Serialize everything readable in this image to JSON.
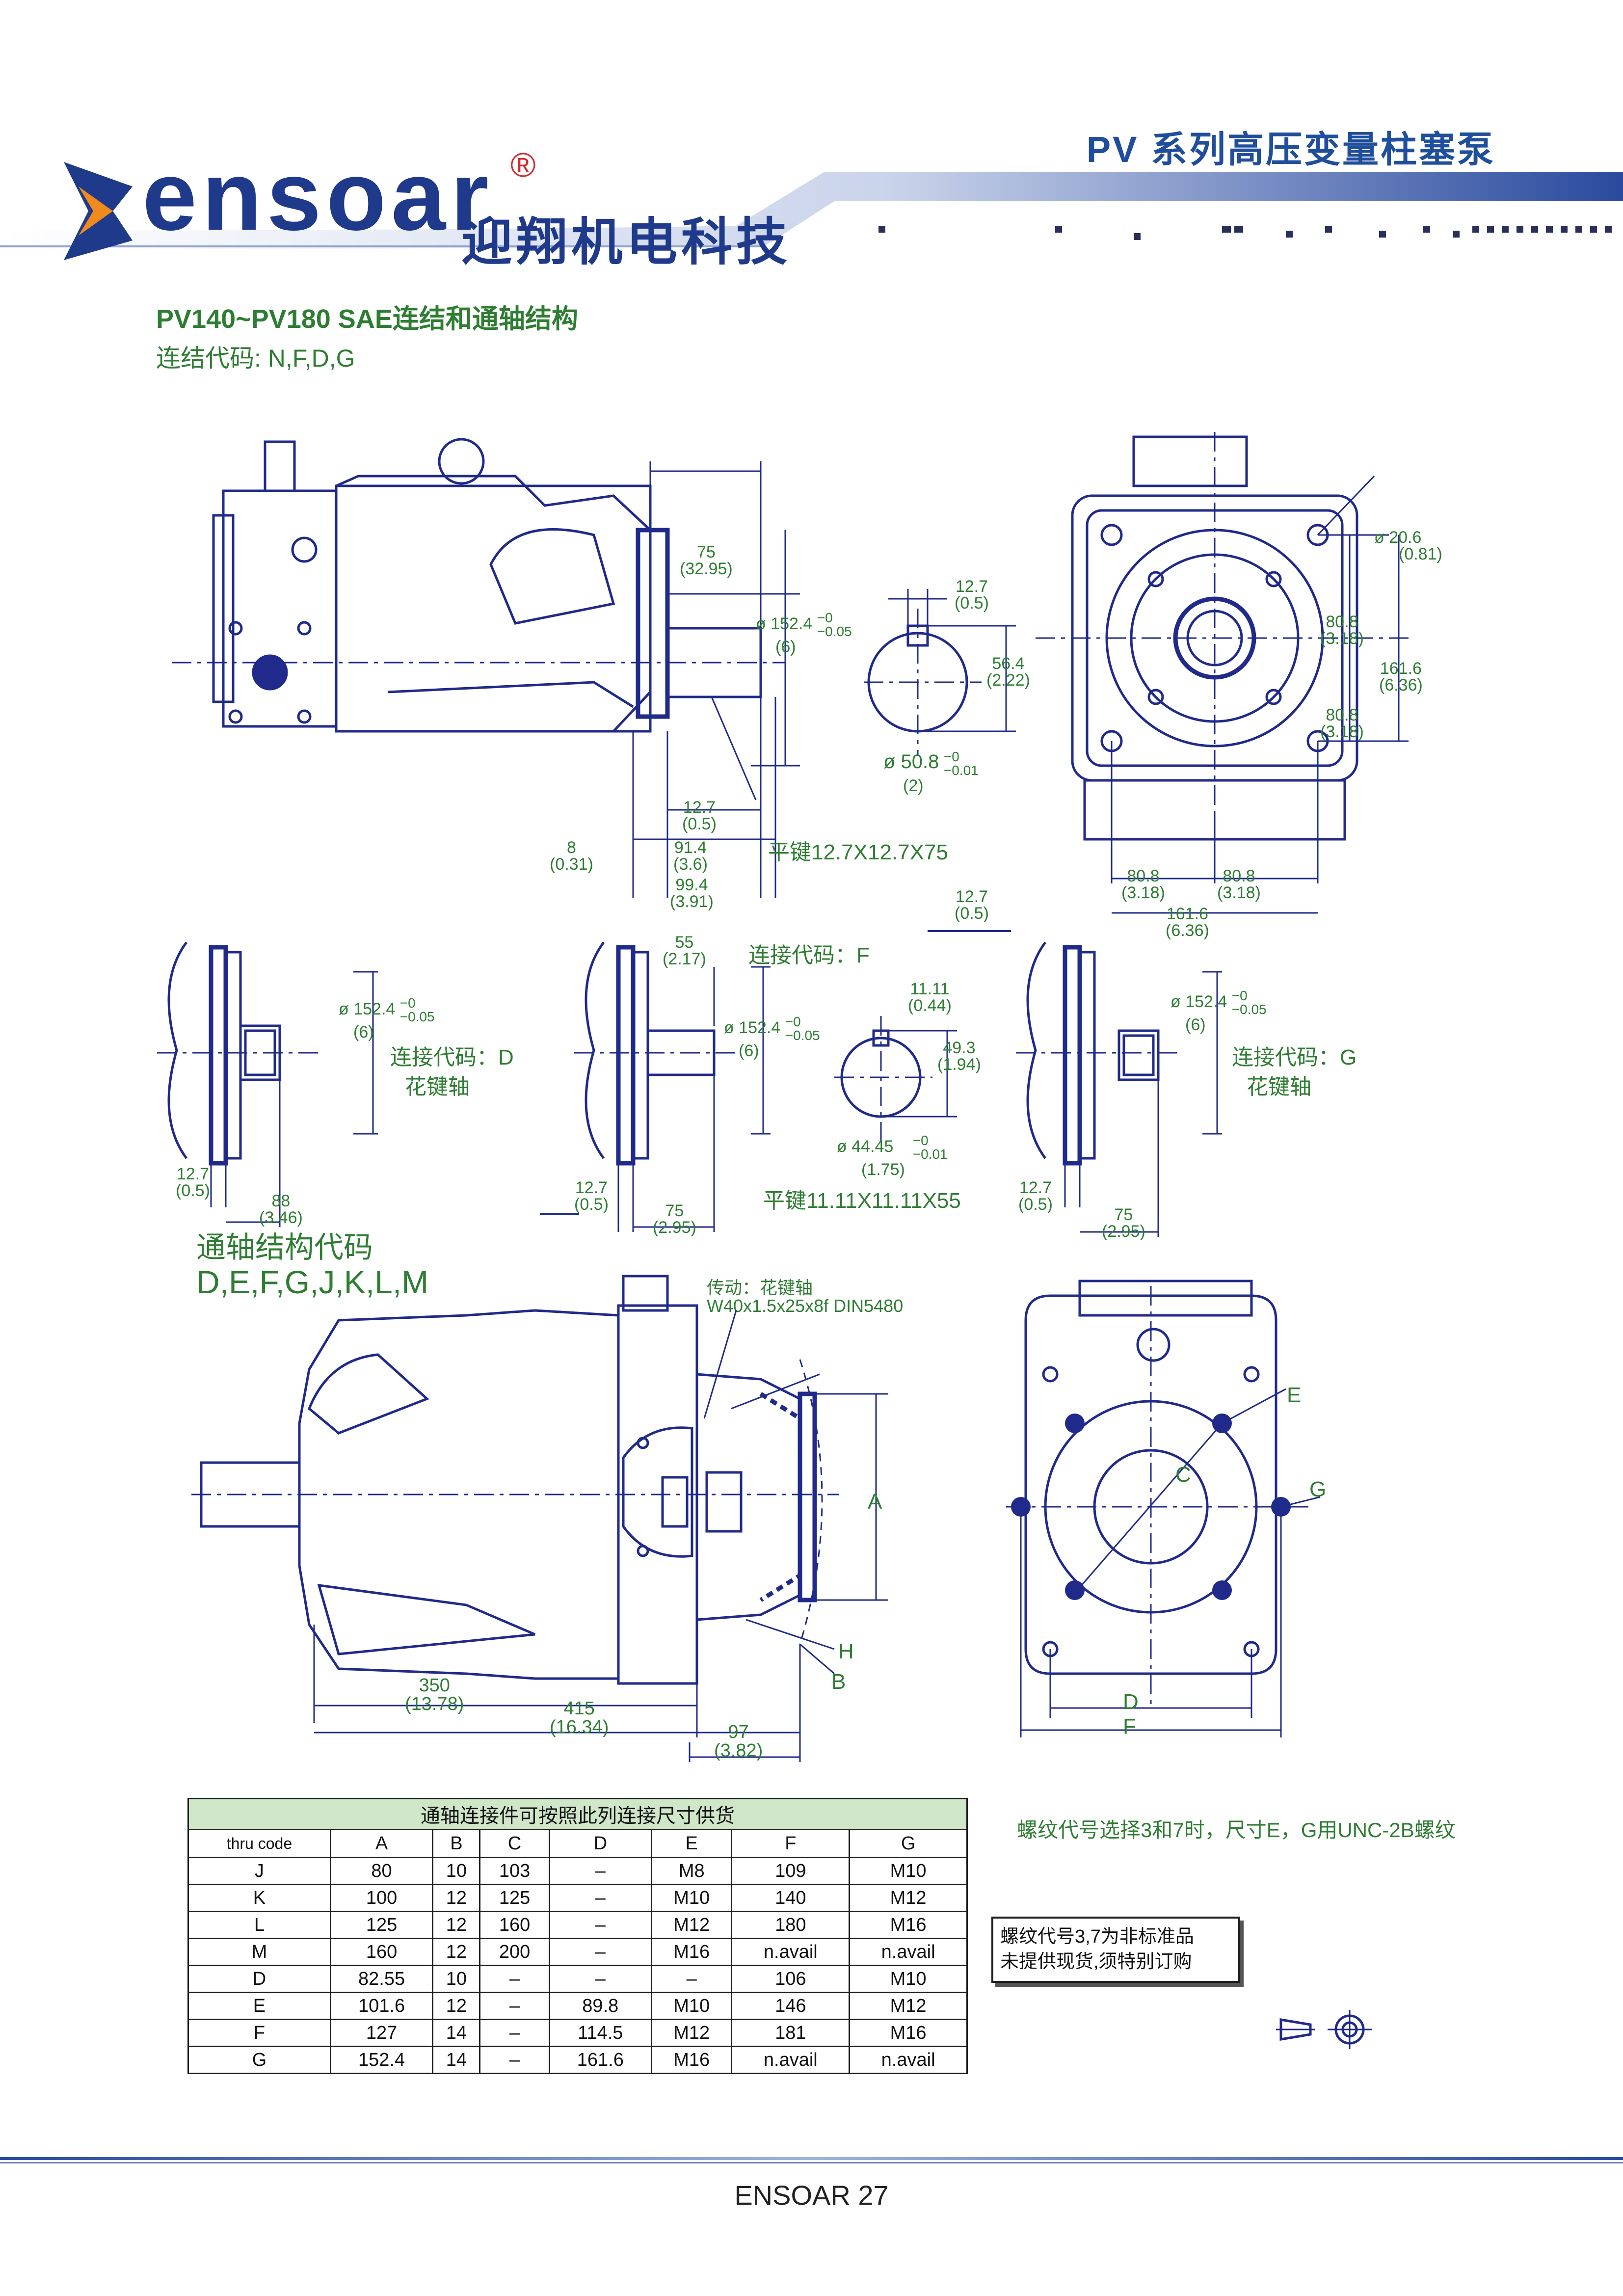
{
  "header": {
    "title": "PV 系列高压变量柱塞泵",
    "brand_word": "ensoar",
    "brand_reg": "®",
    "brand_cn": "迎翔机电科技"
  },
  "section1": {
    "title": "PV140~PV180 SAE连结和通轴结构",
    "subtitle": "连结代码: N,F,D,G"
  },
  "dims_top": {
    "d75": "75",
    "d75_in": "(32.95)",
    "d152": "ø 152.4",
    "d152_in": "(6)",
    "d152_tol_a": "−0",
    "d152_tol_b": "−0.05",
    "d127a": "12.7",
    "d127a_in": "(0.5)",
    "d564": "56.4",
    "d564_in": "(2.22)",
    "d508": "ø 50.8",
    "d508_in": "(2)",
    "d508_tol_a": "−0",
    "d508_tol_b": "−0.01",
    "d127b": "12.7",
    "d127b_in": "(0.5)",
    "d8": "8",
    "d8_in": "(0.31)",
    "d914": "91.4",
    "d914_in": "(3.6)",
    "d994": "99.4",
    "d994_in": "(3.91)",
    "key": "平键12.7X12.7X75",
    "d206": "ø 20.6",
    "d206_in": "(0.81)",
    "d808a": "80.8",
    "d808a_in": "(3.18)",
    "d808b": "80.8",
    "d808b_in": "(3.18)",
    "d1616v": "161.6",
    "d1616v_in": "(6.36)",
    "d808c": "80.8",
    "d808c_in": "(3.18)",
    "d808d": "80.8",
    "d808d_in": "(3.18)",
    "d1616h": "161.6",
    "d1616h_in": "(6.36)",
    "d127c": "12.7",
    "d127c_in": "(0.5)"
  },
  "dims_mid": {
    "d_d152": "ø 152.4",
    "d_d152_in": "(6)",
    "d_tol_a": "−0",
    "d_tol_b": "−0.05",
    "d_label": "连接代码：D",
    "d_label2": "花键轴",
    "d_127": "12.7",
    "d_127_in": "(0.5)",
    "d_88": "88",
    "d_88_in": "(3.46)",
    "f_55": "55",
    "f_55_in": "(2.17)",
    "f_label": "连接代码：F",
    "f_d152": "ø 152.4",
    "f_d152_in": "(6)",
    "f_tol_a": "−0",
    "f_tol_b": "−0.05",
    "f_1111": "11.11",
    "f_1111_in": "(0.44)",
    "f_493": "49.3",
    "f_493_in": "(1.94)",
    "f_4445": "ø 44.45",
    "f_4445_in": "(1.75)",
    "f_tol2_a": "−0",
    "f_tol2_b": "−0.01",
    "f_127": "12.7",
    "f_127_in": "(0.5)",
    "f_75": "75",
    "f_75_in": "(2.95)",
    "f_key": "平键11.11X11.11X55",
    "g_d152": "ø 152.4",
    "g_d152_in": "(6)",
    "g_tol_a": "−0",
    "g_tol_b": "−0.05",
    "g_label": "连接代码：G",
    "g_label2": "花键轴",
    "g_127": "12.7",
    "g_127_in": "(0.5)",
    "g_75": "75",
    "g_75_in": "(2.95)"
  },
  "section2": {
    "title": "通轴结构代码",
    "codes": "D,E,F,G,J,K,L,M",
    "drive": "传动：花键轴",
    "drive_spec": "W40x1.5x25x8f DIN5480",
    "A": "A",
    "B": "B",
    "H": "H",
    "C": "C",
    "D": "D",
    "E": "E",
    "F": "F",
    "G": "G",
    "d350": "350",
    "d350_in": "(13.78)",
    "d415": "415",
    "d415_in": "(16.34)",
    "d97": "97",
    "d97_in": "(3.82)"
  },
  "table": {
    "caption": "通轴连接件可按照此列连接尺寸供货",
    "headers": [
      "thru code",
      "A",
      "B",
      "C",
      "D",
      "E",
      "F",
      "G"
    ],
    "rows": [
      [
        "J",
        "80",
        "10",
        "103",
        "–",
        "M8",
        "109",
        "M10"
      ],
      [
        "K",
        "100",
        "12",
        "125",
        "–",
        "M10",
        "140",
        "M12"
      ],
      [
        "L",
        "125",
        "12",
        "160",
        "–",
        "M12",
        "180",
        "M16"
      ],
      [
        "M",
        "160",
        "12",
        "200",
        "–",
        "M16",
        "n.avail",
        "n.avail"
      ],
      [
        "D",
        "82.55",
        "10",
        "–",
        "–",
        "–",
        "106",
        "M10"
      ],
      [
        "E",
        "101.6",
        "12",
        "–",
        "89.8",
        "M10",
        "146",
        "M12"
      ],
      [
        "F",
        "127",
        "14",
        "–",
        "114.5",
        "M12",
        "181",
        "M16"
      ],
      [
        "G",
        "152.4",
        "14",
        "–",
        "161.6",
        "M16",
        "n.avail",
        "n.avail"
      ]
    ]
  },
  "notes": {
    "right": "螺纹代号选择3和7时，尺寸E，G用UNC-2B螺纹",
    "box_line1": "螺纹代号3,7为非标准品",
    "box_line2": "未提供现货,须特别订购"
  },
  "footer": {
    "text": "ENSOAR 27"
  },
  "colors": {
    "brand": "#1f3a8a",
    "accent_green": "#2e7d32",
    "logo_red": "#d4282f",
    "logo_orange": "#f08a1c",
    "table_head": "#cfe6c9"
  }
}
